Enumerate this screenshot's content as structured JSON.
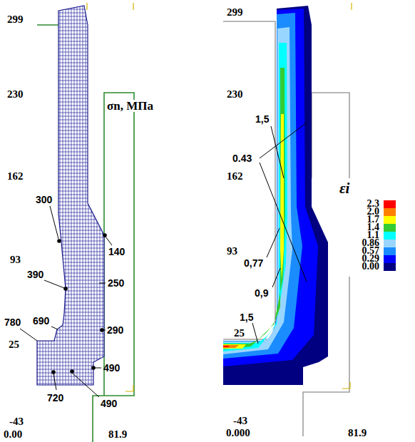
{
  "diagram": {
    "labels": [
      "299",
      "230",
      "162",
      "93",
      "25",
      "-43",
      "0.00",
      "81.9",
      "σn, МПа",
      "300",
      "140",
      "390",
      "250",
      "780",
      "690",
      "290",
      "490",
      "720",
      "490",
      "299",
      "230",
      "162",
      "93",
      "25",
      "-43",
      "0.000",
      "81.9",
      "εi",
      "1,5",
      "0.43",
      "0,77",
      "0,9",
      "1,5"
    ],
    "legend": [
      {
        "text": "2.3",
        "color": "#ff0000"
      },
      {
        "text": "2.0",
        "color": "#ff8000"
      },
      {
        "text": "1.7",
        "color": "#ffff00"
      },
      {
        "text": "1.4",
        "color": "#33cc33"
      },
      {
        "text": "1.1",
        "color": "#00ffff"
      },
      {
        "text": "0.86",
        "color": "#99d6ff"
      },
      {
        "text": "0.57",
        "color": "#1a8cff"
      },
      {
        "text": "0.29",
        "color": "#0000ff"
      },
      {
        "text": "0.00",
        "color": "#000080"
      }
    ]
  }
}
